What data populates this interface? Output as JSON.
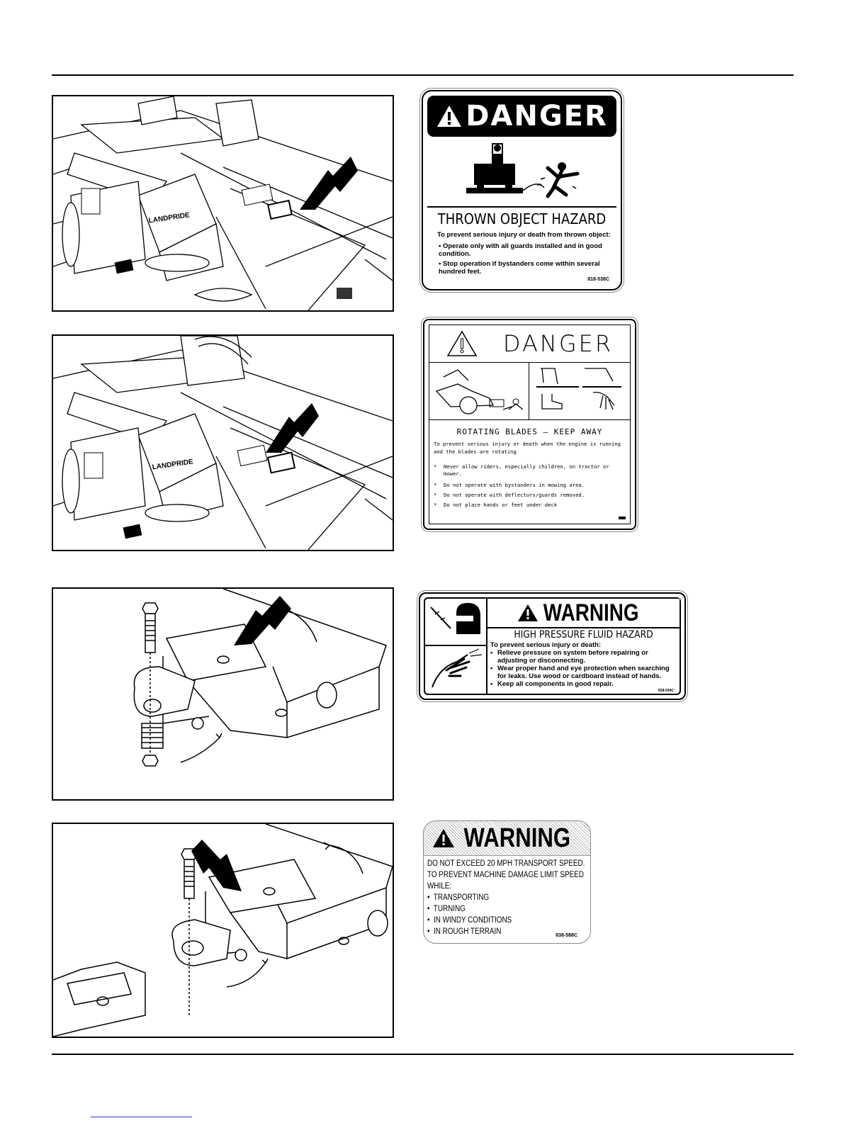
{
  "decal1": {
    "header": "DANGER",
    "title": "THROWN OBJECT HAZARD",
    "intro": "To prevent serious injury or death from thrown object:",
    "bullets": [
      "Operate only with all guards installed and in good condition.",
      "Stop operation if bystanders come within several hundred feet."
    ],
    "code": "818-538C"
  },
  "decal2": {
    "header": "DANGER",
    "title": "ROTATING BLADES — KEEP AWAY",
    "intro": "To prevent serious injury or death when the engine is running and the blades are rotating",
    "bullets": [
      "Never allow riders, especially children, on tractor or mower.",
      "Do not operate with bystanders in mowing area.",
      "Do not operate with deflectors/guards removed.",
      "Do not place hands or feet under deck"
    ]
  },
  "decal3": {
    "header": "WARNING",
    "title": "HIGH PRESSURE FLUID HAZARD",
    "intro": "To prevent serious injury or death:",
    "bullets": [
      "Relieve pressure on system before repairing or adjusting or disconnecting.",
      "Wear proper hand and eye protection when searching for leaks. Use wood or cardboard instead of hands.",
      "Keep all components in good repair."
    ],
    "code": "838-094C"
  },
  "decal4": {
    "header": "WARNING",
    "line1": "DO NOT EXCEED 20 MPH TRANSPORT SPEED.",
    "line2": "TO PREVENT MACHINE DAMAGE LIMIT SPEED WHILE:",
    "bullets": [
      "TRANSPORTING",
      "TURNING",
      "IN WINDY CONDITIONS",
      "IN ROUGH TERRAIN"
    ],
    "code": "838-588C"
  },
  "figures": {
    "gearbox_logo": "LANDPRIDE"
  }
}
